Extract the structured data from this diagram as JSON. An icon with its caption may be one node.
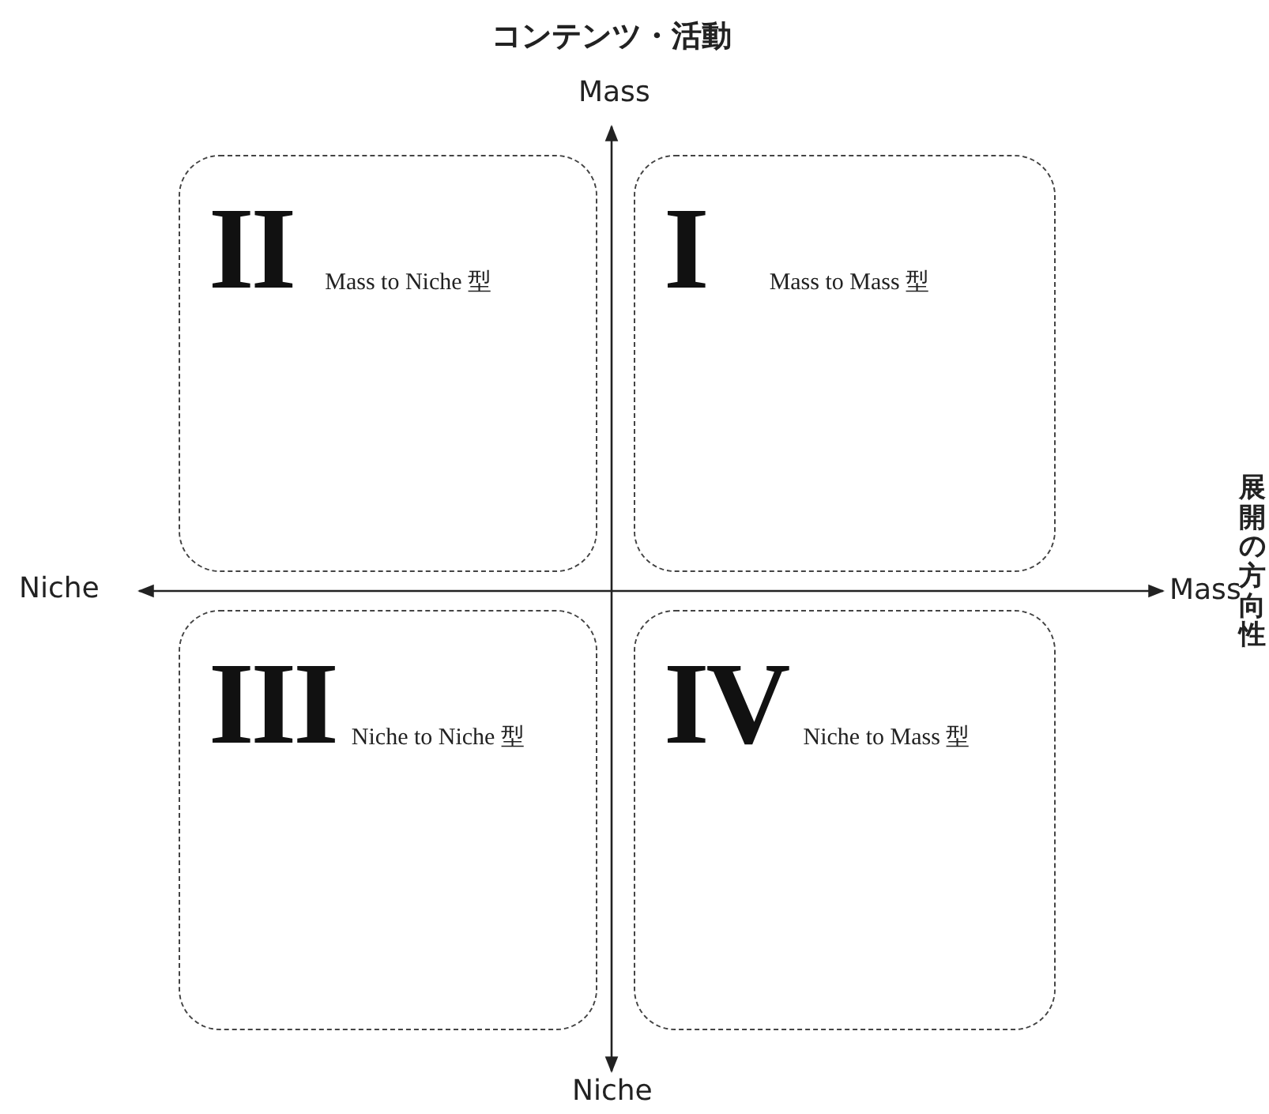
{
  "diagram": {
    "title": "コンテンツ・活動",
    "nodes": [
      {
        "text": [
          "II",
          "Mass to Niche 型"
        ]
      },
      {
        "text": [
          "I",
          "Mass to Mass 型"
        ]
      },
      {
        "text": [
          "III",
          "Niche to Niche 型"
        ]
      },
      {
        "text": [
          "IV",
          "Niche to Mass 型"
        ]
      }
    ],
    "labels": [
      "Mass",
      "Niche",
      "Mass",
      "展開の方向性",
      "Niche"
    ]
  }
}
